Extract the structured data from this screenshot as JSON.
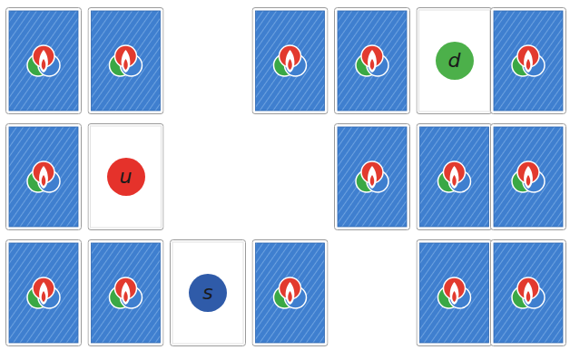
{
  "diagram": {
    "nodes": [
      {
        "text": [
          "d"
        ]
      },
      {
        "text": [
          "u"
        ]
      },
      {
        "text": [
          "s"
        ]
      }
    ]
  }
}
